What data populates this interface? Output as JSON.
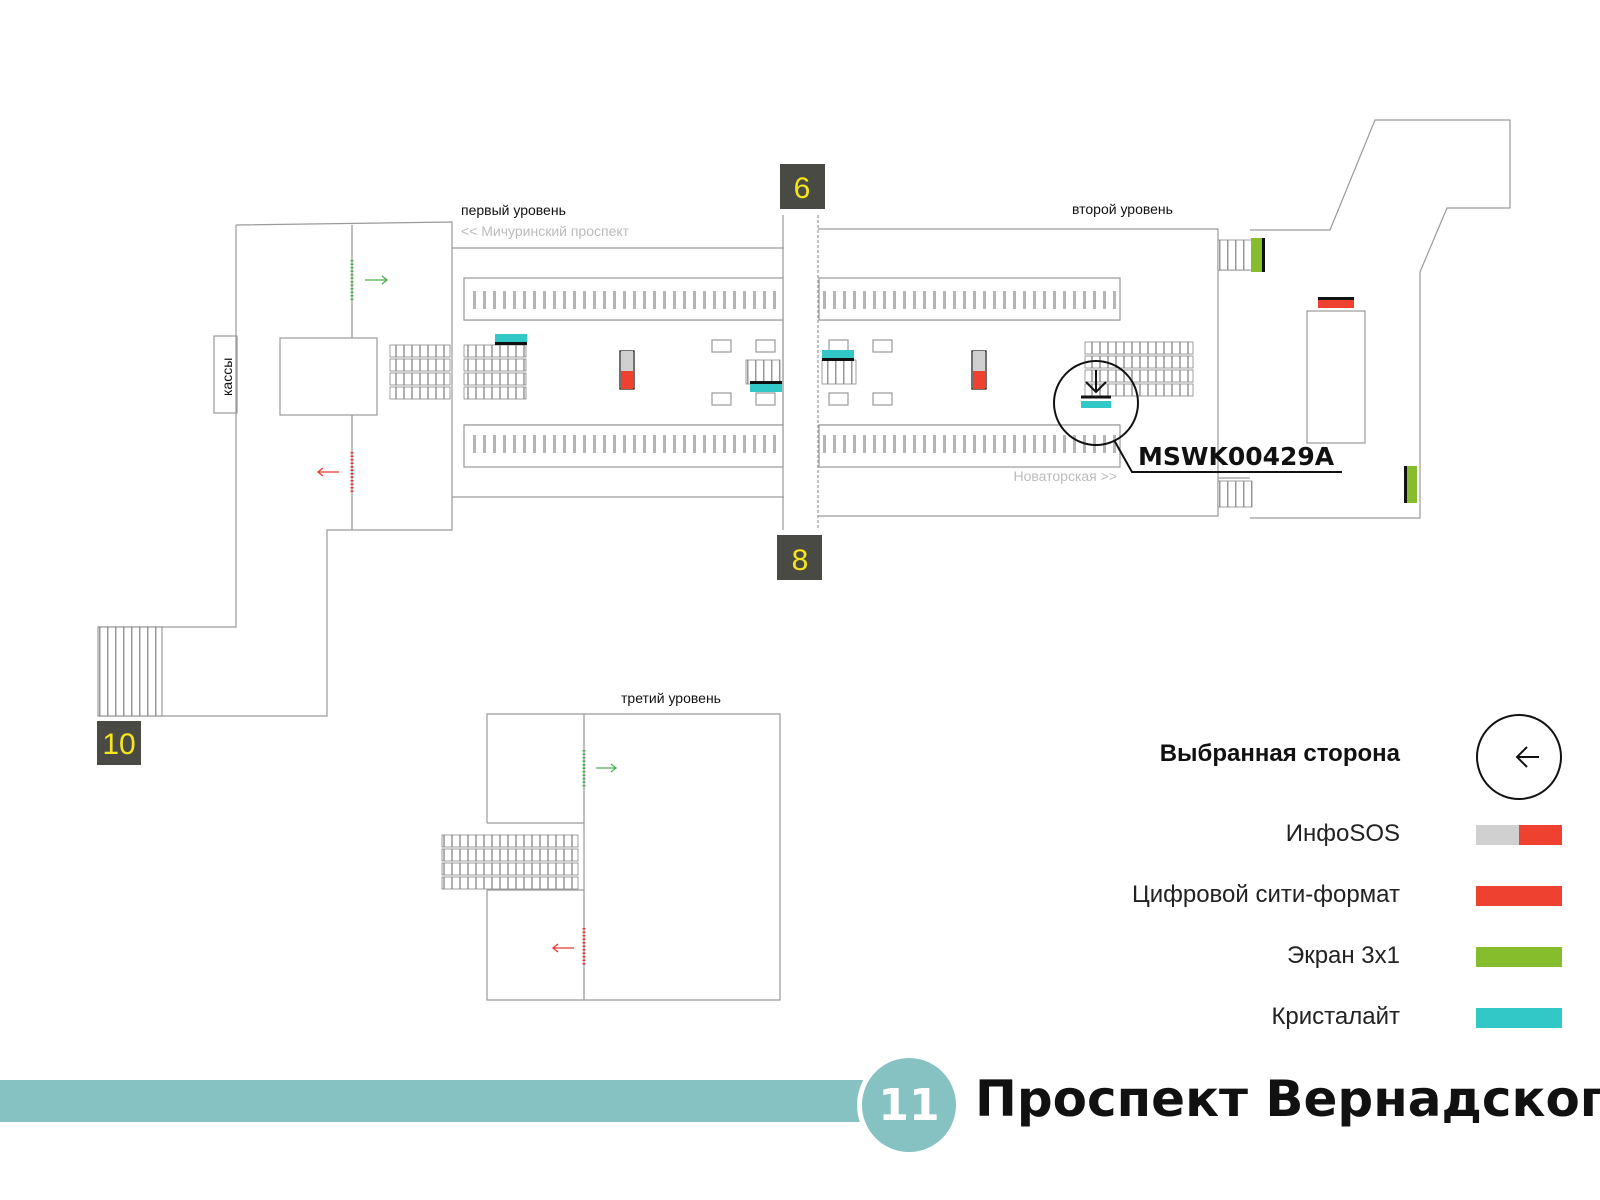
{
  "map": {
    "levels": {
      "first": "первый уровень",
      "second": "второй уровень",
      "third": "третий уровень"
    },
    "direction_left": "<< Мичуринский проспект",
    "direction_right": "Новаторская >>",
    "ticket_office": "кассы",
    "exits": {
      "top": "6",
      "bottom": "8",
      "left": "10"
    },
    "selected_location_code": "MSWK00429A"
  },
  "legend": {
    "selected_side": "Выбранная сторона",
    "selected_side_icon": "arrow-left-icon",
    "items": [
      {
        "label": "ИнфоSOS",
        "colors": [
          "#d0d0d0",
          "#ee4130"
        ]
      },
      {
        "label": "Цифровой сити-формат",
        "colors": [
          "#ee4130"
        ]
      },
      {
        "label": "Экран 3x1",
        "colors": [
          "#86bd2c"
        ]
      },
      {
        "label": "Кристалайт",
        "colors": [
          "#33c8c8"
        ]
      }
    ]
  },
  "footer": {
    "line_number": "11",
    "line_color": "#86c2c2",
    "station_name": "Проспект Вернадского"
  },
  "colors": {
    "infosos_grey": "#d0d0d0",
    "red": "#ee4130",
    "green": "#86bd2c",
    "cyan": "#33c8c8",
    "exit_box": "#4a4a44",
    "exit_text": "#f7e51b"
  }
}
